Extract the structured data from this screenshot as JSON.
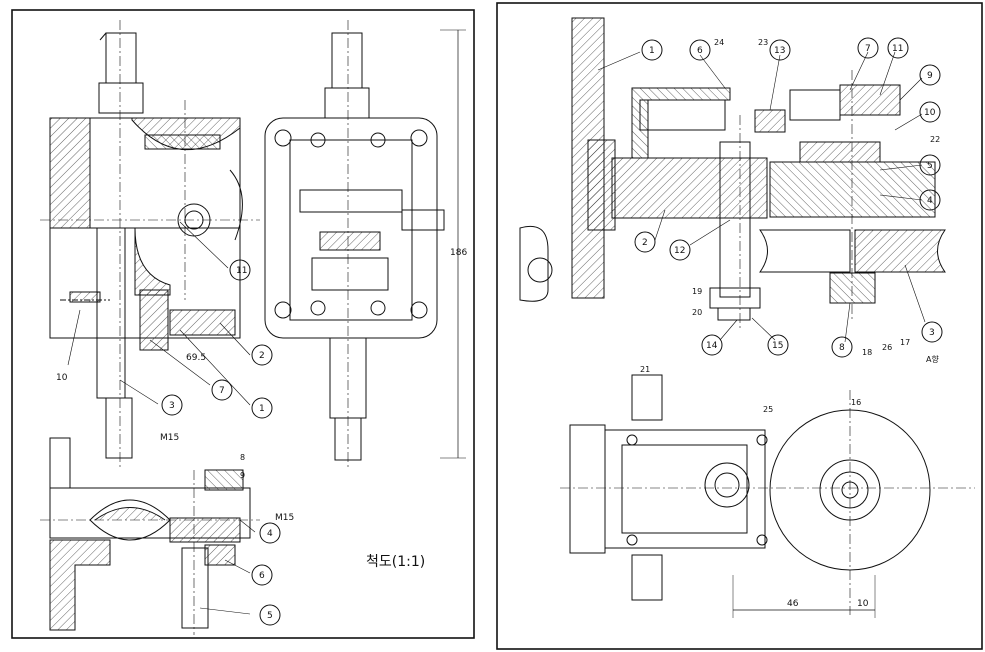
{
  "left_sheet": {
    "scale_label": "척도(1:1)",
    "dims": {
      "height_186": "186",
      "dim_695": "69.5",
      "thread_m15_a": "M15",
      "thread_m15_b": "M15"
    },
    "balloons": [
      "11",
      "2",
      "1",
      "7",
      "3",
      "10",
      "4",
      "6",
      "5"
    ],
    "small_labels": [
      "8",
      "9"
    ]
  },
  "right_sheet": {
    "balloons": [
      "1",
      "6",
      "13",
      "7",
      "11",
      "9",
      "10",
      "5",
      "4",
      "2",
      "12",
      "14",
      "15",
      "8",
      "3"
    ],
    "small_labels": [
      "24",
      "23",
      "22",
      "19",
      "20",
      "18",
      "26",
      "17",
      "21",
      "25",
      "16"
    ],
    "view_label": "A향",
    "dims": {
      "d46": "46",
      "d10": "10"
    }
  },
  "colors": {
    "line": "#111111",
    "paper": "#ffffff"
  }
}
